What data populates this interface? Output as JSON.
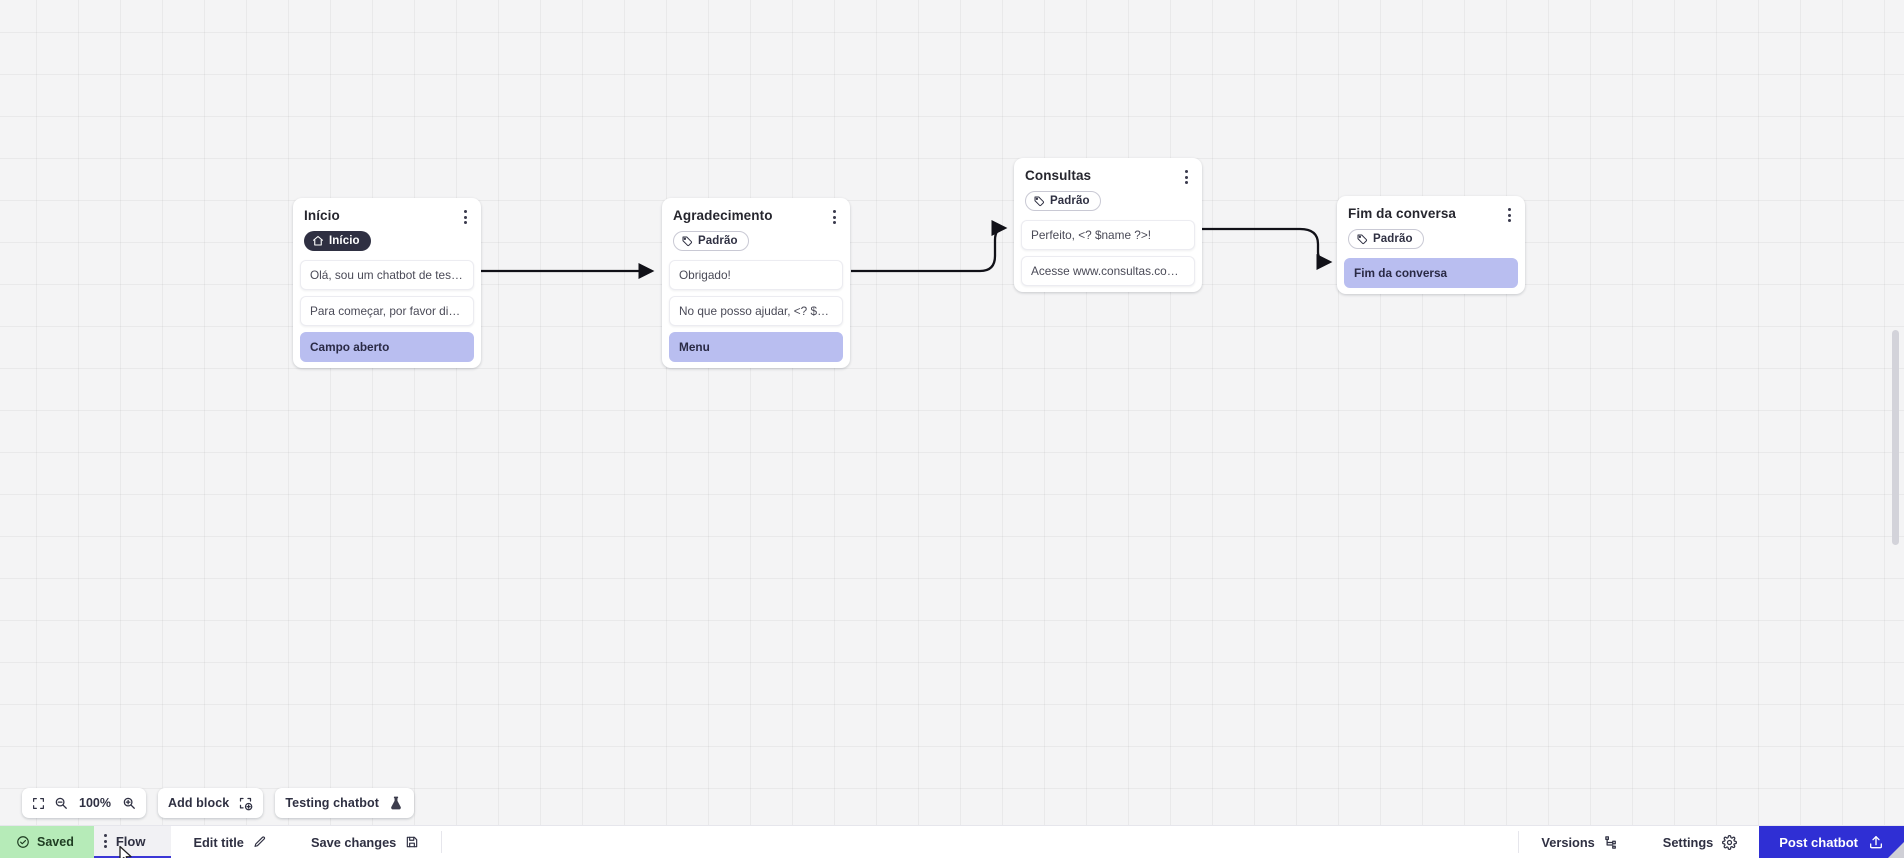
{
  "canvas": {
    "grid": true,
    "background_color": "#f4f4f5",
    "nodes": [
      {
        "id": "inicio",
        "title": "Início",
        "badge": {
          "type": "home",
          "label": "Início",
          "icon": "home-icon"
        },
        "rows": [
          {
            "text": "Olá, sou um chatbot de teste!",
            "kind": "message"
          },
          {
            "text": "Para começar, por favor digite o ...",
            "kind": "message"
          },
          {
            "text": "Campo aberto",
            "kind": "action"
          }
        ]
      },
      {
        "id": "agradecimento",
        "title": "Agradecimento",
        "badge": {
          "type": "tag",
          "label": "Padrão",
          "icon": "tag-icon"
        },
        "rows": [
          {
            "text": "Obrigado!",
            "kind": "message"
          },
          {
            "text": "No que posso ajudar, <? $name ...",
            "kind": "message"
          },
          {
            "text": "Menu",
            "kind": "action"
          }
        ]
      },
      {
        "id": "consultas",
        "title": "Consultas",
        "badge": {
          "type": "tag",
          "label": "Padrão",
          "icon": "tag-icon"
        },
        "rows": [
          {
            "text": "Perfeito, <? $name ?>!",
            "kind": "message"
          },
          {
            "text": "Acesse www.consultas.com par...",
            "kind": "message"
          }
        ]
      },
      {
        "id": "fim",
        "title": "Fim da conversa",
        "badge": {
          "type": "tag",
          "label": "Padrão",
          "icon": "tag-icon"
        },
        "rows": [
          {
            "text": "Fim da conversa",
            "kind": "action"
          }
        ]
      }
    ]
  },
  "toolbar": {
    "fullscreen_icon": "fullscreen-icon",
    "zoom_out_icon": "zoom-out-icon",
    "zoom_level": "100%",
    "zoom_in_icon": "zoom-in-icon",
    "add_block_label": "Add block",
    "add_block_icon": "add-block-icon",
    "testing_label": "Testing chatbot",
    "testing_icon": "flask-icon"
  },
  "bottom_bar": {
    "saved_label": "Saved",
    "saved_icon": "check-circle-icon",
    "saved_color": "#b6ebb8",
    "flow_tab_label": "Flow",
    "flow_tab_icon": "drag-dots-icon",
    "edit_title_label": "Edit title",
    "edit_title_icon": "pencil-icon",
    "save_changes_label": "Save changes",
    "save_changes_icon": "save-disk-icon",
    "versions_label": "Versions",
    "versions_icon": "branch-icon",
    "settings_label": "Settings",
    "settings_icon": "gear-icon",
    "post_label": "Post chatbot",
    "post_icon": "upload-icon",
    "post_color": "#2f2fd4"
  }
}
